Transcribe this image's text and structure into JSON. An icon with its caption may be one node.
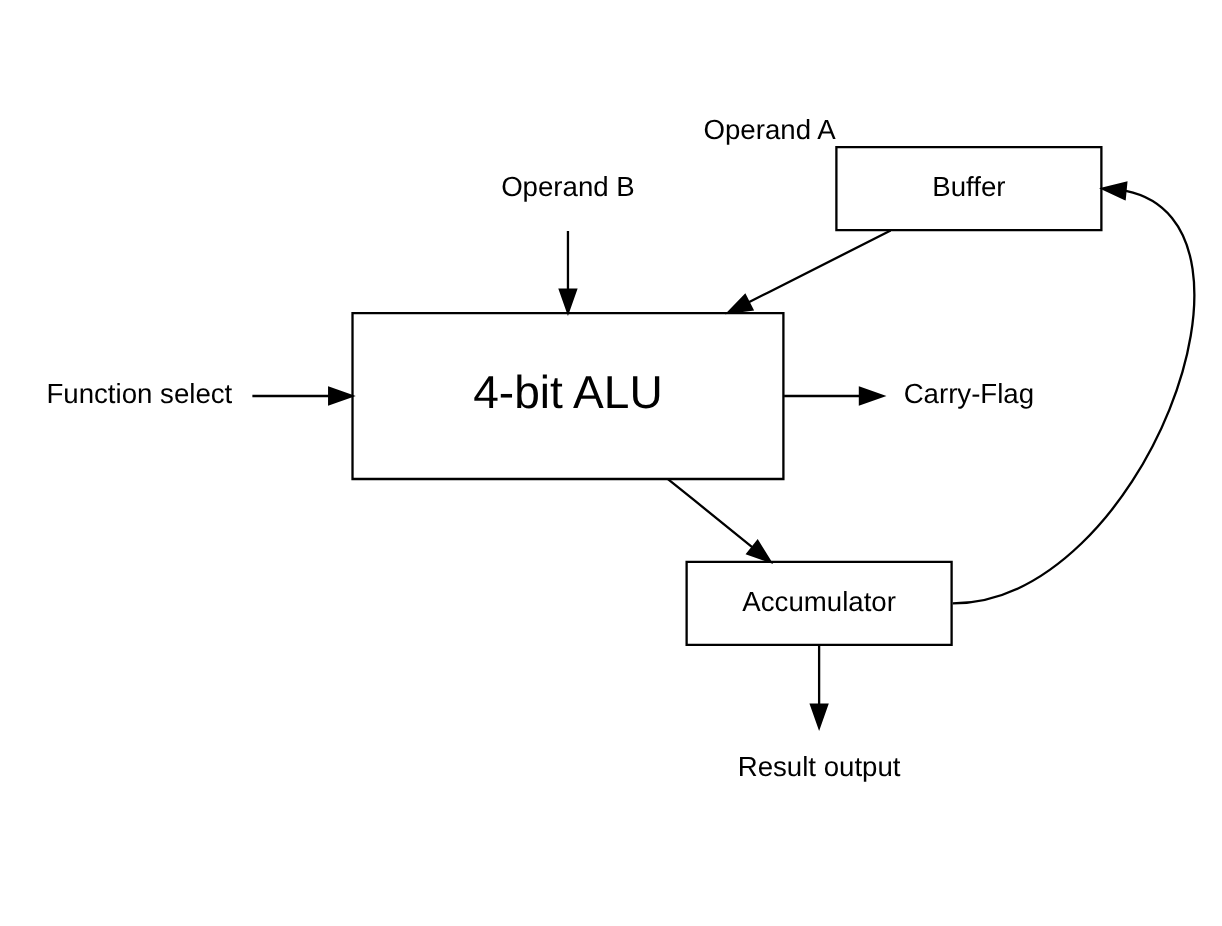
{
  "diagram": {
    "nodes": [
      {
        "text": [
          "Operand B"
        ]
      },
      {
        "text": [
          "Buffer"
        ],
        "beside": [
          "Operand A"
        ]
      },
      {
        "text": [
          "Function select"
        ]
      },
      {
        "text": [
          "4-bit ALU"
        ]
      },
      {
        "text": [
          "Carry-Flag"
        ]
      },
      {
        "text": [
          "Accumulator"
        ]
      },
      {
        "text": [
          "Result output"
        ]
      }
    ],
    "edges": [
      {
        "from": 0,
        "to": 3,
        "arrow": "to"
      },
      {
        "from": 1,
        "to": 3,
        "arrow": "to"
      },
      {
        "from": 2,
        "to": 3,
        "arrow": "to"
      },
      {
        "from": 3,
        "to": 4,
        "arrow": "to"
      },
      {
        "from": 3,
        "to": 5,
        "arrow": "to"
      },
      {
        "from": 5,
        "to": 1,
        "arrow": "to"
      },
      {
        "from": 5,
        "to": 6,
        "arrow": "to"
      }
    ]
  }
}
